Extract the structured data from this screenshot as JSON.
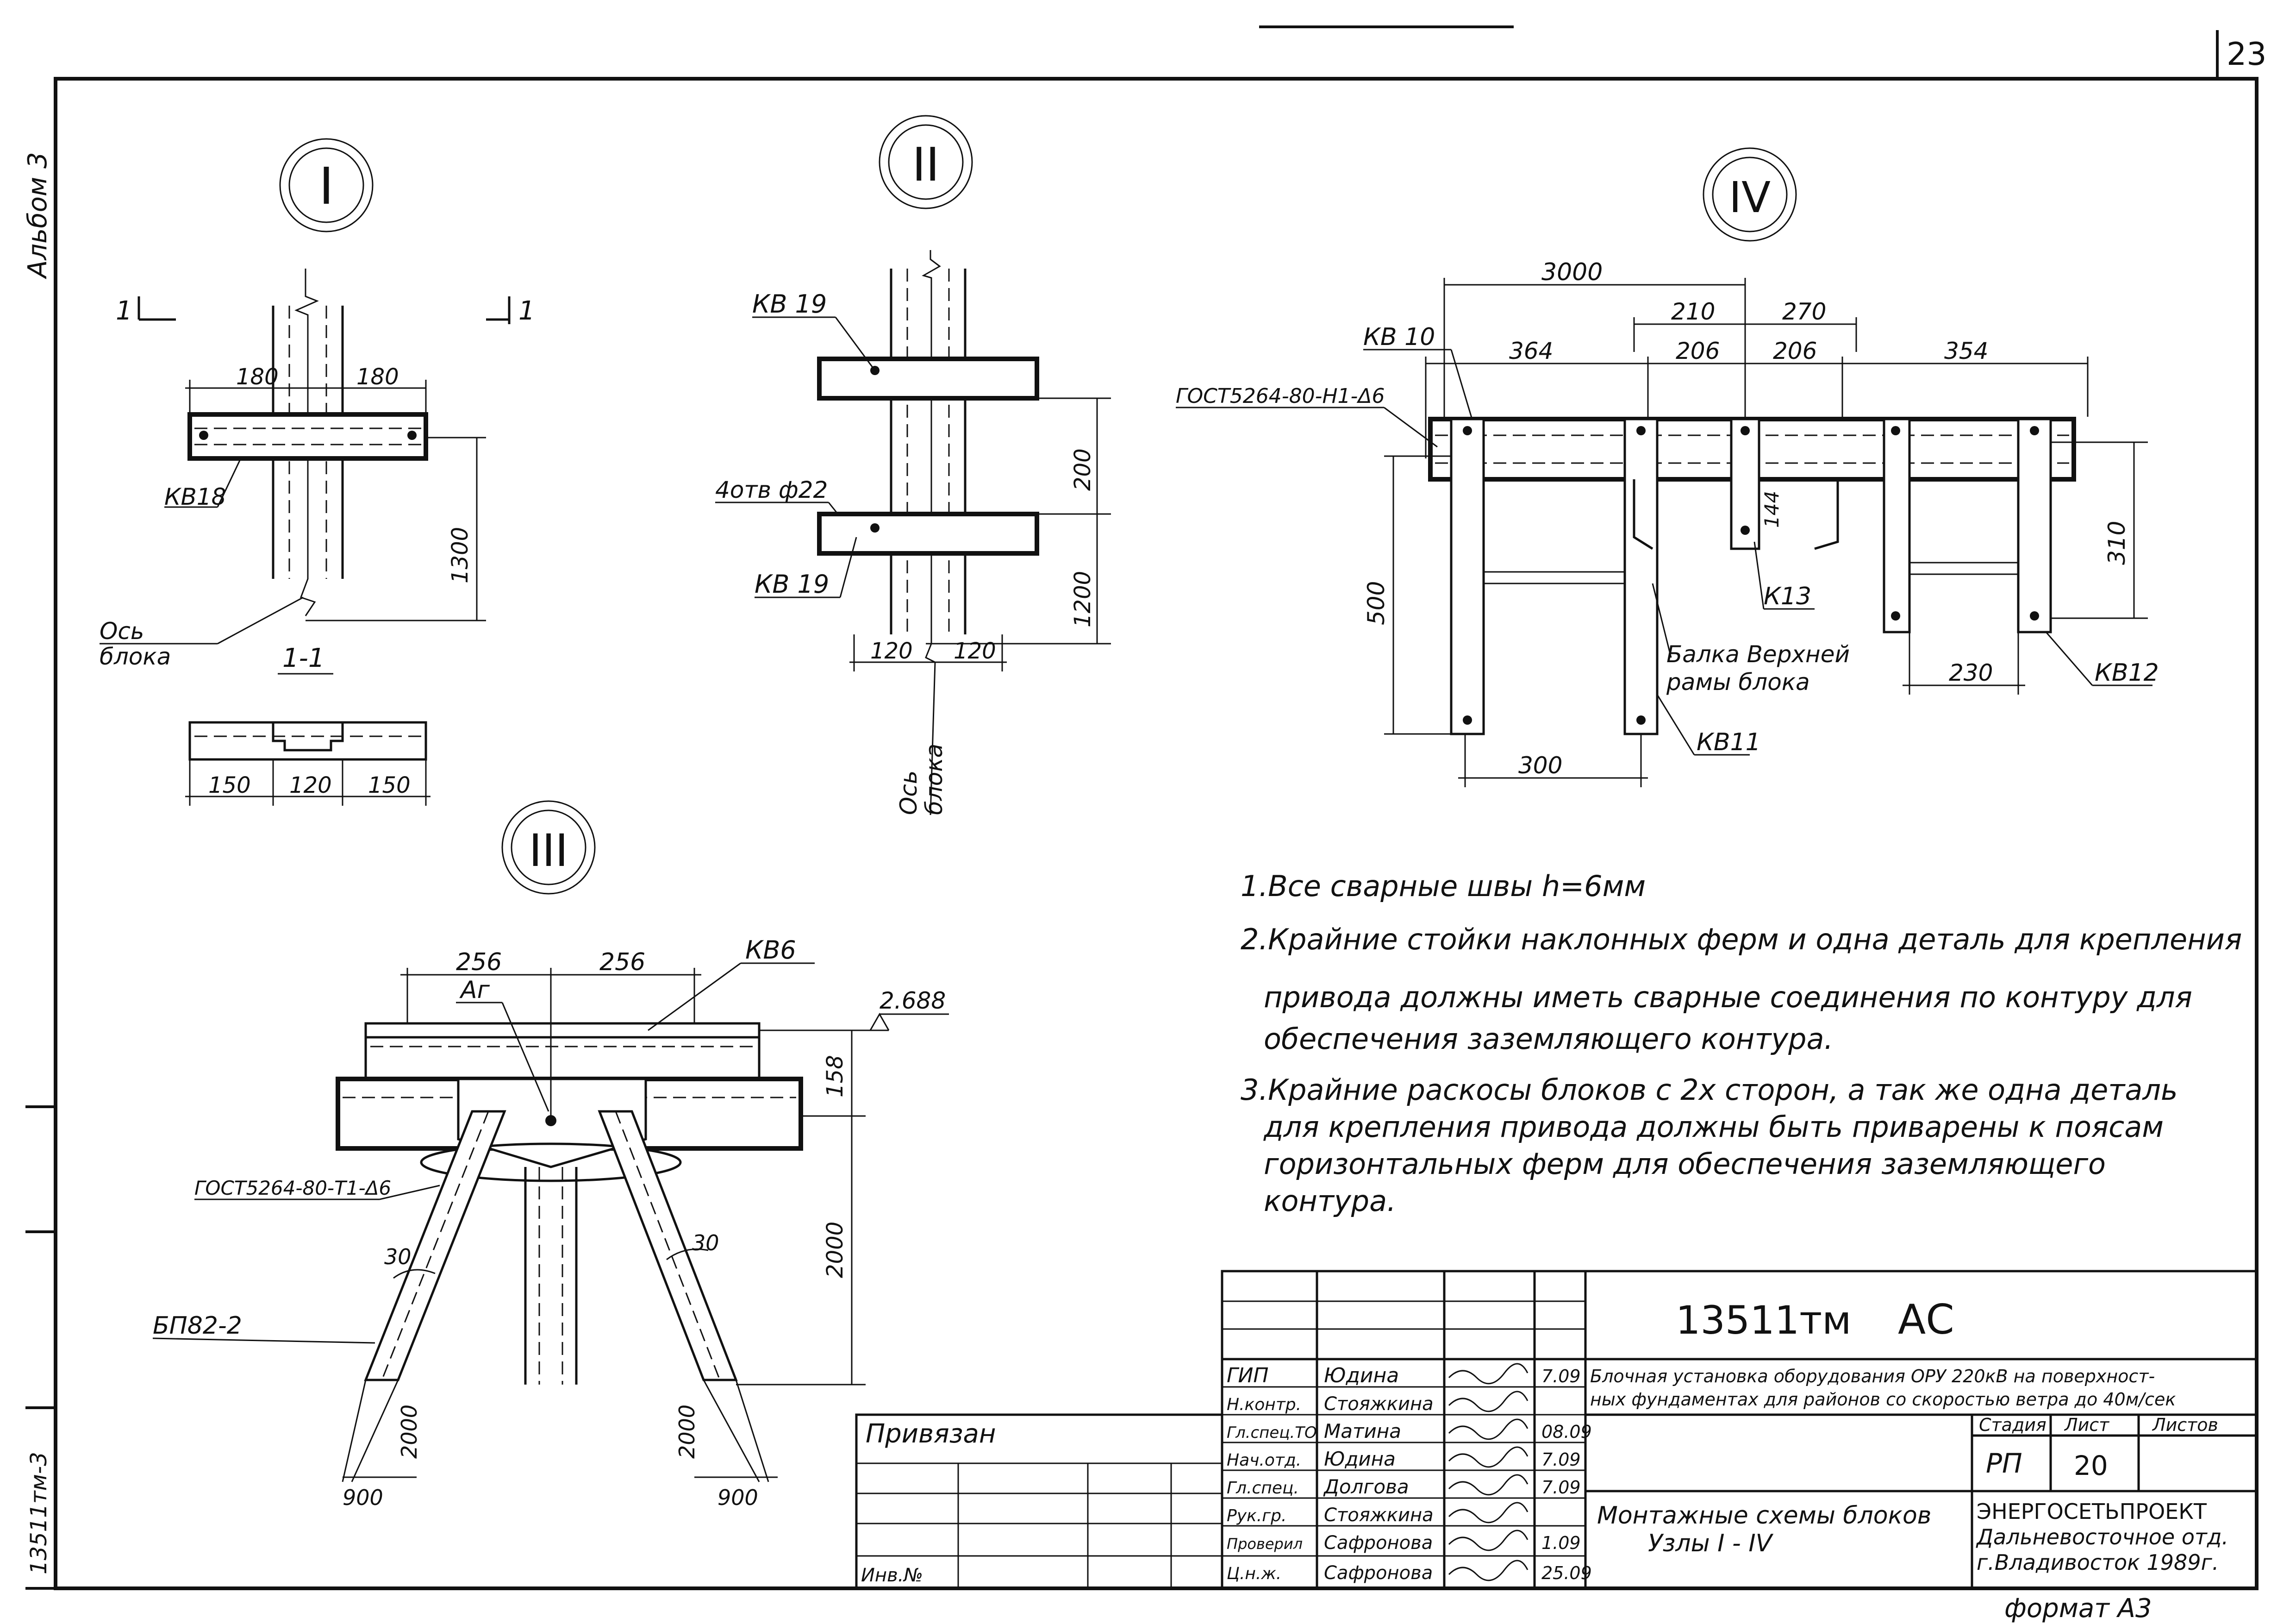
{
  "sheet": {
    "page_number": "23",
    "album_label": "Альбом 3",
    "side_code": "13511тм-3",
    "format_label": "формат А3"
  },
  "node_labels": {
    "n1": "I",
    "n2": "II",
    "n3": "III",
    "n4": "IV"
  },
  "detail1": {
    "section_mark_left": "1",
    "section_mark_right": "1",
    "dim_left": "180",
    "dim_right": "180",
    "dim_height": "1300",
    "part": "КВ18",
    "axis_label": "Ось\nблока",
    "section_title": "1-1",
    "sec_dim_a": "150",
    "sec_dim_b": "120",
    "sec_dim_c": "150"
  },
  "detail2": {
    "part_top": "КВ 19",
    "holes": "4отв ф22",
    "part_bottom": "КВ 19",
    "dim_200": "200",
    "dim_1200": "1200",
    "dim_left": "120",
    "dim_right": "120",
    "axis_label": "Ось\nблока"
  },
  "detail3": {
    "dim_left": "256",
    "dim_right": "256",
    "part_top": "КВ6",
    "mark_a": "Аг",
    "elevation": "2.688",
    "dim_158": "158",
    "dim_2000_right": "2000",
    "weld": "ГОСТ5264-80-Т1-Δ6",
    "angle_left": "30",
    "angle_right": "30",
    "brace": "БП82-2",
    "dim_2000_left": "2000",
    "dim_900_left": "900",
    "dim_2000_br": "2000",
    "dim_900_right": "900"
  },
  "detail4": {
    "dim_3000": "3000",
    "dim_210": "210",
    "dim_270": "270",
    "part_kv10": "КВ 10",
    "dim_364": "364",
    "dim_206a": "206",
    "dim_206b": "206",
    "dim_354": "354",
    "weld": "ГОСТ5264-80-Н1-Δ6",
    "dim_144": "144",
    "dim_500": "500",
    "dim_310": "310",
    "part_k13": "К13",
    "beam_label": "Балка Верхней\nрамы блока",
    "dim_230": "230",
    "part_kv12": "КВ12",
    "dim_300": "300",
    "part_kv11": "КВ11"
  },
  "notes": [
    "1.Все сварные швы h=6мм",
    "2.Крайние стойки наклонных ферм и одна деталь для крепления",
    "привода должны иметь сварные соединения по контуру для",
    "обеспечения заземляющего контура.",
    "3.Крайние раскосы блоков с 2х сторон, а так же одна деталь",
    "для крепления привода должны быть приварены к поясам",
    "горизонтальных ферм для обеспечения заземляющего",
    "контура."
  ],
  "title_block": {
    "doc_code": "13511тм",
    "mark": "АС",
    "roles": [
      "ГИП",
      "Н.контр.",
      "Гл.спец.ТО",
      "Нач.отд.",
      "Гл.спец.",
      "Рук.гр.",
      "Проверил",
      "Ц.н.ж."
    ],
    "names": [
      "Юдина",
      "Стояжкина",
      "Матина",
      "Юдина",
      "Долгова",
      "Стояжкина",
      "Сафронова",
      "Сафронова"
    ],
    "dates": [
      "7.09",
      "",
      "08.09",
      "7.09",
      "7.09",
      "",
      "1.09",
      "25.09"
    ],
    "project_title": "Блочная установка оборудования ОРУ 220кВ на поверхност-\nных фундаментах для районов со скоростью ветра до 40м/сек",
    "stage_header": "Стадия",
    "sheet_header": "Лист",
    "sheets_header": "Листов",
    "stage": "РП",
    "sheet_no": "20",
    "sheets_total": "",
    "drawing_title": "Монтажные схемы блоков\nУзлы I - IV",
    "org": "ЭНЕРГОСЕТЬПРОЕКТ\nДальневосточное отд.\nг.Владивосток 1989г.",
    "privyazan": "Привязан",
    "inv": "Инв.№"
  }
}
